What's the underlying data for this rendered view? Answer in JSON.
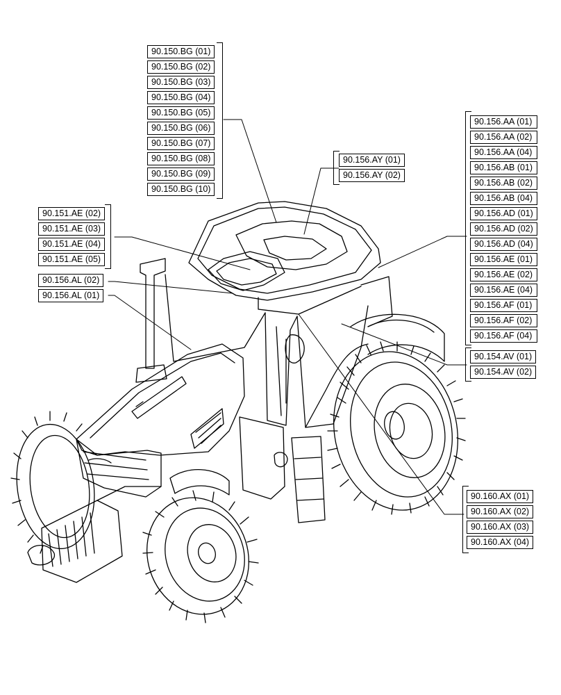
{
  "groups": {
    "roof_bg": [
      "90.150.BG (01)",
      "90.150.BG (02)",
      "90.150.BG (03)",
      "90.150.BG (04)",
      "90.150.BG (05)",
      "90.150.BG (06)",
      "90.150.BG (07)",
      "90.150.BG (08)",
      "90.150.BG (09)",
      "90.150.BG (10)"
    ],
    "hatch_ay": [
      "90.156.AY (01)",
      "90.156.AY (02)"
    ],
    "cab_right": [
      "90.156.AA (01)",
      "90.156.AA (02)",
      "90.156.AA (04)",
      "90.156.AB (01)",
      "90.156.AB (02)",
      "90.156.AB (04)",
      "90.156.AD (01)",
      "90.156.AD (02)",
      "90.156.AD (04)",
      "90.156.AE (01)",
      "90.156.AE (02)",
      "90.156.AE (04)",
      "90.156.AF (01)",
      "90.156.AF (02)",
      "90.156.AF (04)"
    ],
    "fender_av": [
      "90.154.AV (01)",
      "90.154.AV (02)"
    ],
    "steps_ax": [
      "90.160.AX (01)",
      "90.160.AX (02)",
      "90.160.AX (03)",
      "90.160.AX (04)"
    ],
    "cab_ae": [
      "90.151.AE (02)",
      "90.151.AE (03)",
      "90.151.AE (04)",
      "90.151.AE (05)"
    ],
    "cab_al": [
      "90.156.AL (02)",
      "90.156.AL (01)"
    ]
  }
}
